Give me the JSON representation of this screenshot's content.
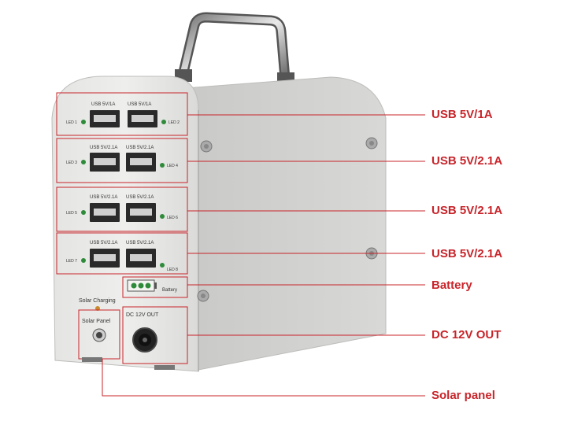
{
  "callouts": {
    "usb1": "USB 5V/1A",
    "usb2": "USB 5V/2.1A",
    "usb3": "USB 5V/2.1A",
    "usb4": "USB 5V/2.1A",
    "battery": "Battery",
    "dc_out": "DC 12V OUT",
    "solar_panel": "Solar panel"
  },
  "panel": {
    "row1": {
      "port_a": "USB 5V/1A",
      "port_b": "USB 5V/1A",
      "led_left": "LED 1",
      "led_right": "LED 2"
    },
    "row2": {
      "port_a": "USB 5V/2.1A",
      "port_b": "USB 5V/2.1A",
      "led_left": "LED 3",
      "led_right": "LED 4"
    },
    "row3": {
      "port_a": "USB 5V/2.1A",
      "port_b": "USB 5V/2.1A",
      "led_left": "LED 5",
      "led_right": "LED 6"
    },
    "row4": {
      "port_a": "USB 5V/2.1A",
      "port_b": "USB 5V/2.1A",
      "led_left": "LED 7",
      "led_right": "LED 8"
    },
    "battery_label": "Battery",
    "solar_charging": "Solar Charging",
    "solar_panel_label": "Solar Panel",
    "dc_label": "DC 12V OUT"
  },
  "colors": {
    "callout": "#c8242a",
    "led": "#2e8b3a"
  }
}
